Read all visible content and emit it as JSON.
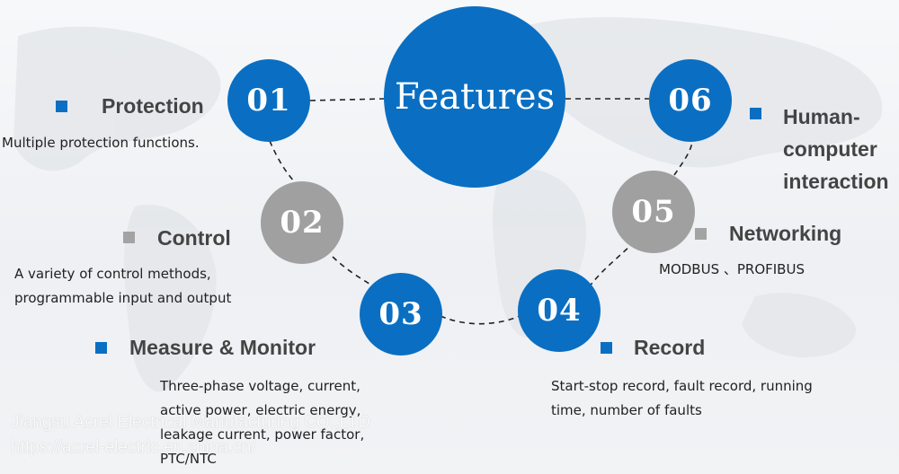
{
  "center": {
    "title": "Features"
  },
  "features": [
    {
      "number": "01",
      "title": "Protection",
      "description": [
        "Multiple protection functions."
      ]
    },
    {
      "number": "02",
      "title": "Control",
      "description": [
        "A variety of control methods,",
        "programmable input and output"
      ]
    },
    {
      "number": "03",
      "title": "Measure & Monitor",
      "description": [
        "Three-phase voltage, current,",
        "active power, electric energy,",
        "leakage current, power factor,",
        "PTC/NTC"
      ]
    },
    {
      "number": "04",
      "title": "Record",
      "description": [
        "Start-stop record, fault record, running",
        "time, number of faults"
      ]
    },
    {
      "number": "05",
      "title": "Networking",
      "description": [
        "MODBUS 、PROFIBUS"
      ]
    },
    {
      "number": "06",
      "title": "Human-computer interaction",
      "title_lines": [
        "Human-",
        "computer",
        "interaction"
      ],
      "description": []
    }
  ],
  "watermark": {
    "company": "Jiangsu Acrel Electrical Manufacturing CO.,LTD",
    "url": "https://acrel-electric.en.china.cn/"
  },
  "colors": {
    "blue": "#0a6fc2",
    "grey": "#a0a0a0",
    "text": "#444444"
  }
}
